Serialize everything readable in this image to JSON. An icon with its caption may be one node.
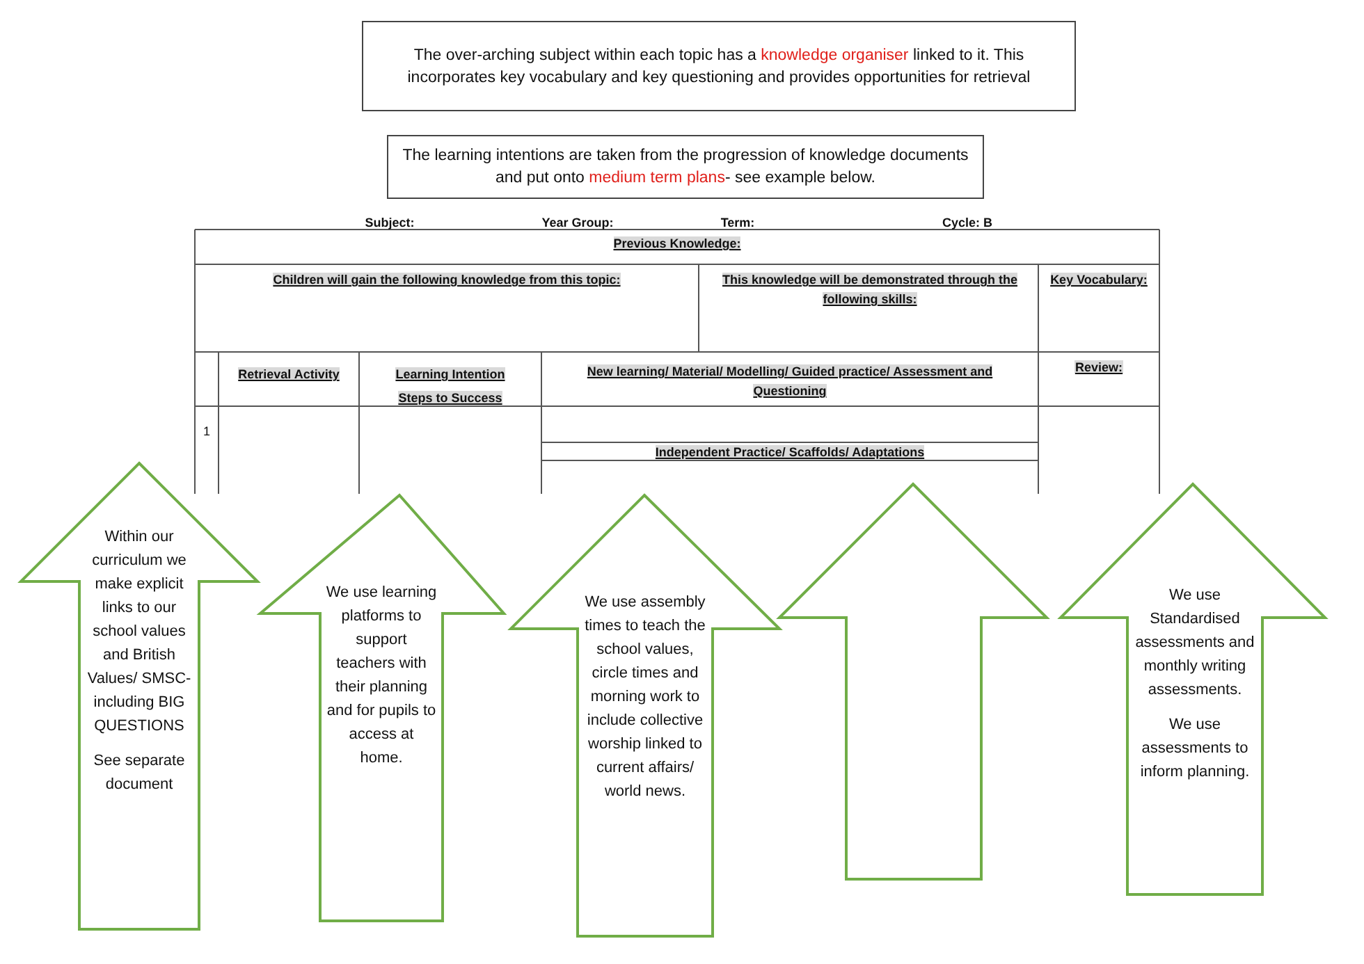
{
  "diagram": {
    "nodes": [
      {
        "text": [
          "The over-arching subject within each topic has a **knowledge organiser** linked to it. This incorporates key vocabulary and key questioning and provides opportunities for retrieval"
        ]
      },
      {
        "text": [
          "The learning intentions are taken from the progression of knowledge documents and put onto **medium term plans**- see example below."
        ]
      },
      {
        "text": [
          "Within our curriculum we make explicit links to our school values and British Values/ SMSC- including BIG QUESTIONS",
          "See separate document"
        ]
      },
      {
        "text": [
          "We use learning platforms to support teachers with their planning and for pupils to access at home."
        ]
      },
      {
        "text": [
          "We use assembly times to teach the school values, circle times and morning work to include collective worship linked to current affairs/ world news."
        ]
      },
      {
        "text": [],
        "shape": "arrow"
      },
      {
        "text": [
          "We use Standardised assessments and monthly writing assessments.",
          "We use assessments to inform planning."
        ]
      }
    ],
    "labels": [
      "Subject:",
      "Year Group:",
      "Term:",
      "Cycle: B",
      "Previous Knowledge:",
      "Children will gain the following knowledge from this topic:",
      "This knowledge will be demonstrated through the following skills:",
      "Key Vocabulary:",
      "Retrieval Activity",
      "Learning Intention",
      "Steps to Success",
      "New learning/ Material/ Modelling/ Guided practice/ Assessment and Questioning",
      "Review:",
      "1",
      "Independent Practice/ Scaffolds/ Adaptations"
    ]
  }
}
